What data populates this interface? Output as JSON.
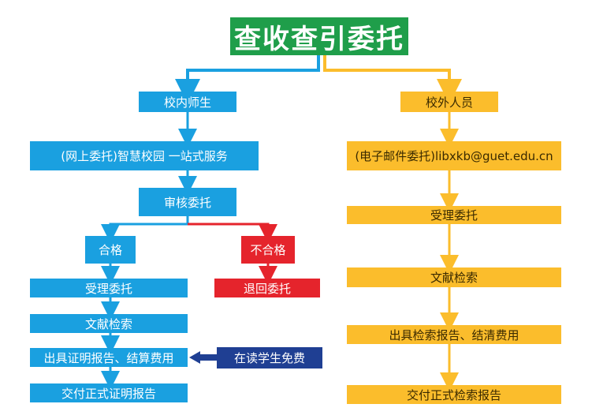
{
  "title": "查收查引委托",
  "left": {
    "header": "校内师生",
    "channel": "(网上委托)智慧校园 一站式服务",
    "review": "审核委托",
    "pass": "合格",
    "fail": "不合格",
    "pass_steps": [
      "受理委托",
      "文献检索",
      "出具证明报告、结算费用",
      "交付正式证明报告"
    ],
    "fail_step": "退回委托",
    "free_note": "在读学生免费"
  },
  "right": {
    "header": "校外人员",
    "channel": "(电子邮件委托)libxkb@guet.edu.cn",
    "steps": [
      "受理委托",
      "文献检索",
      "出具检索报告、结清费用",
      "交付正式检索报告"
    ]
  },
  "colors": {
    "title_green": "#1f9e4a",
    "inside_blue": "#1aa0e0",
    "outside_orange": "#fbbd2c",
    "reject_red": "#e5242c",
    "free_navy": "#1f3f93"
  }
}
